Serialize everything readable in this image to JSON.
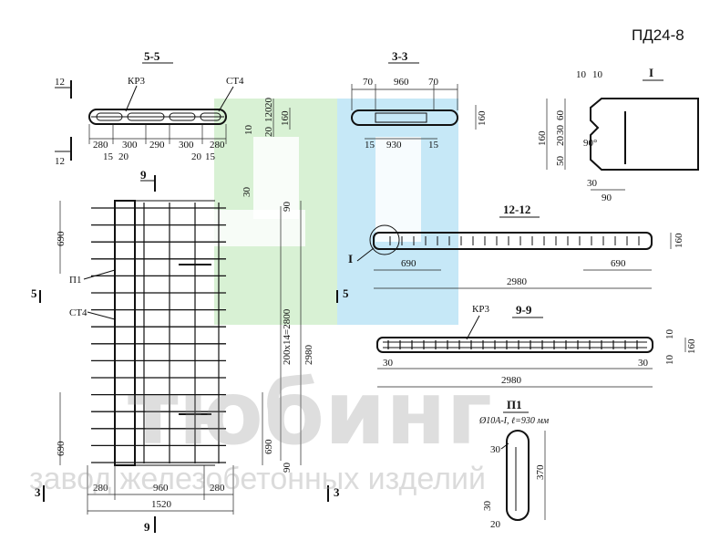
{
  "sheet_code": "ПД24-8",
  "watermark": {
    "brand": "тюбинг",
    "subtitle": "завод железобетонных изделий",
    "colors": [
      "#b8e6b0",
      "#a8dcf2"
    ]
  },
  "section_5_5": {
    "title": "5-5",
    "label_kp": "КР3",
    "label_ct": "СТ4",
    "cut_mark": "12",
    "dims_bottom": [
      "280",
      "300",
      "290",
      "300",
      "280"
    ],
    "dims_small": [
      "15",
      "20",
      "20",
      "15"
    ],
    "dims_right": [
      "20",
      "120",
      "20",
      "10",
      "160"
    ]
  },
  "section_3_3": {
    "title": "3-3",
    "dims_top": [
      "70",
      "960",
      "70"
    ],
    "dims_bottom": [
      "15",
      "930",
      "15"
    ],
    "height": "160"
  },
  "detail_I": {
    "title": "I",
    "dims_top": [
      "10",
      "10"
    ],
    "dims_left": [
      "160",
      "60",
      "30",
      "20",
      "50",
      "30"
    ],
    "angle": "90°",
    "width": "90"
  },
  "section_12_12": {
    "title": "12-12",
    "callout": "I",
    "dims": [
      "690",
      "690",
      "2980"
    ],
    "height": "160"
  },
  "section_9_9": {
    "title": "9-9",
    "label_kp": "КР3",
    "dims": [
      "30",
      "30",
      "2980"
    ],
    "dims_right": [
      "10",
      "10",
      "160"
    ]
  },
  "plan_view": {
    "cut_9": "9",
    "cut_5": "5",
    "cut_3": "3",
    "label_p1": "П1",
    "label_ct": "СТ4",
    "dim_top_left": "690",
    "dim_bottom_left": "690",
    "dim_right_chain": "200x14=2800",
    "dim_right_total": "2980",
    "dim_right_30": "30",
    "dim_right_90_top": "90",
    "dim_right_690": "690",
    "dim_right_90_bot": "90",
    "dims_bottom": [
      "280",
      "960",
      "280"
    ],
    "dim_total_width": "1520"
  },
  "part_P1": {
    "title": "П1",
    "spec": "Ø10А-I, ℓ=930 мм",
    "dims": [
      "30",
      "370",
      "30",
      "20"
    ]
  }
}
